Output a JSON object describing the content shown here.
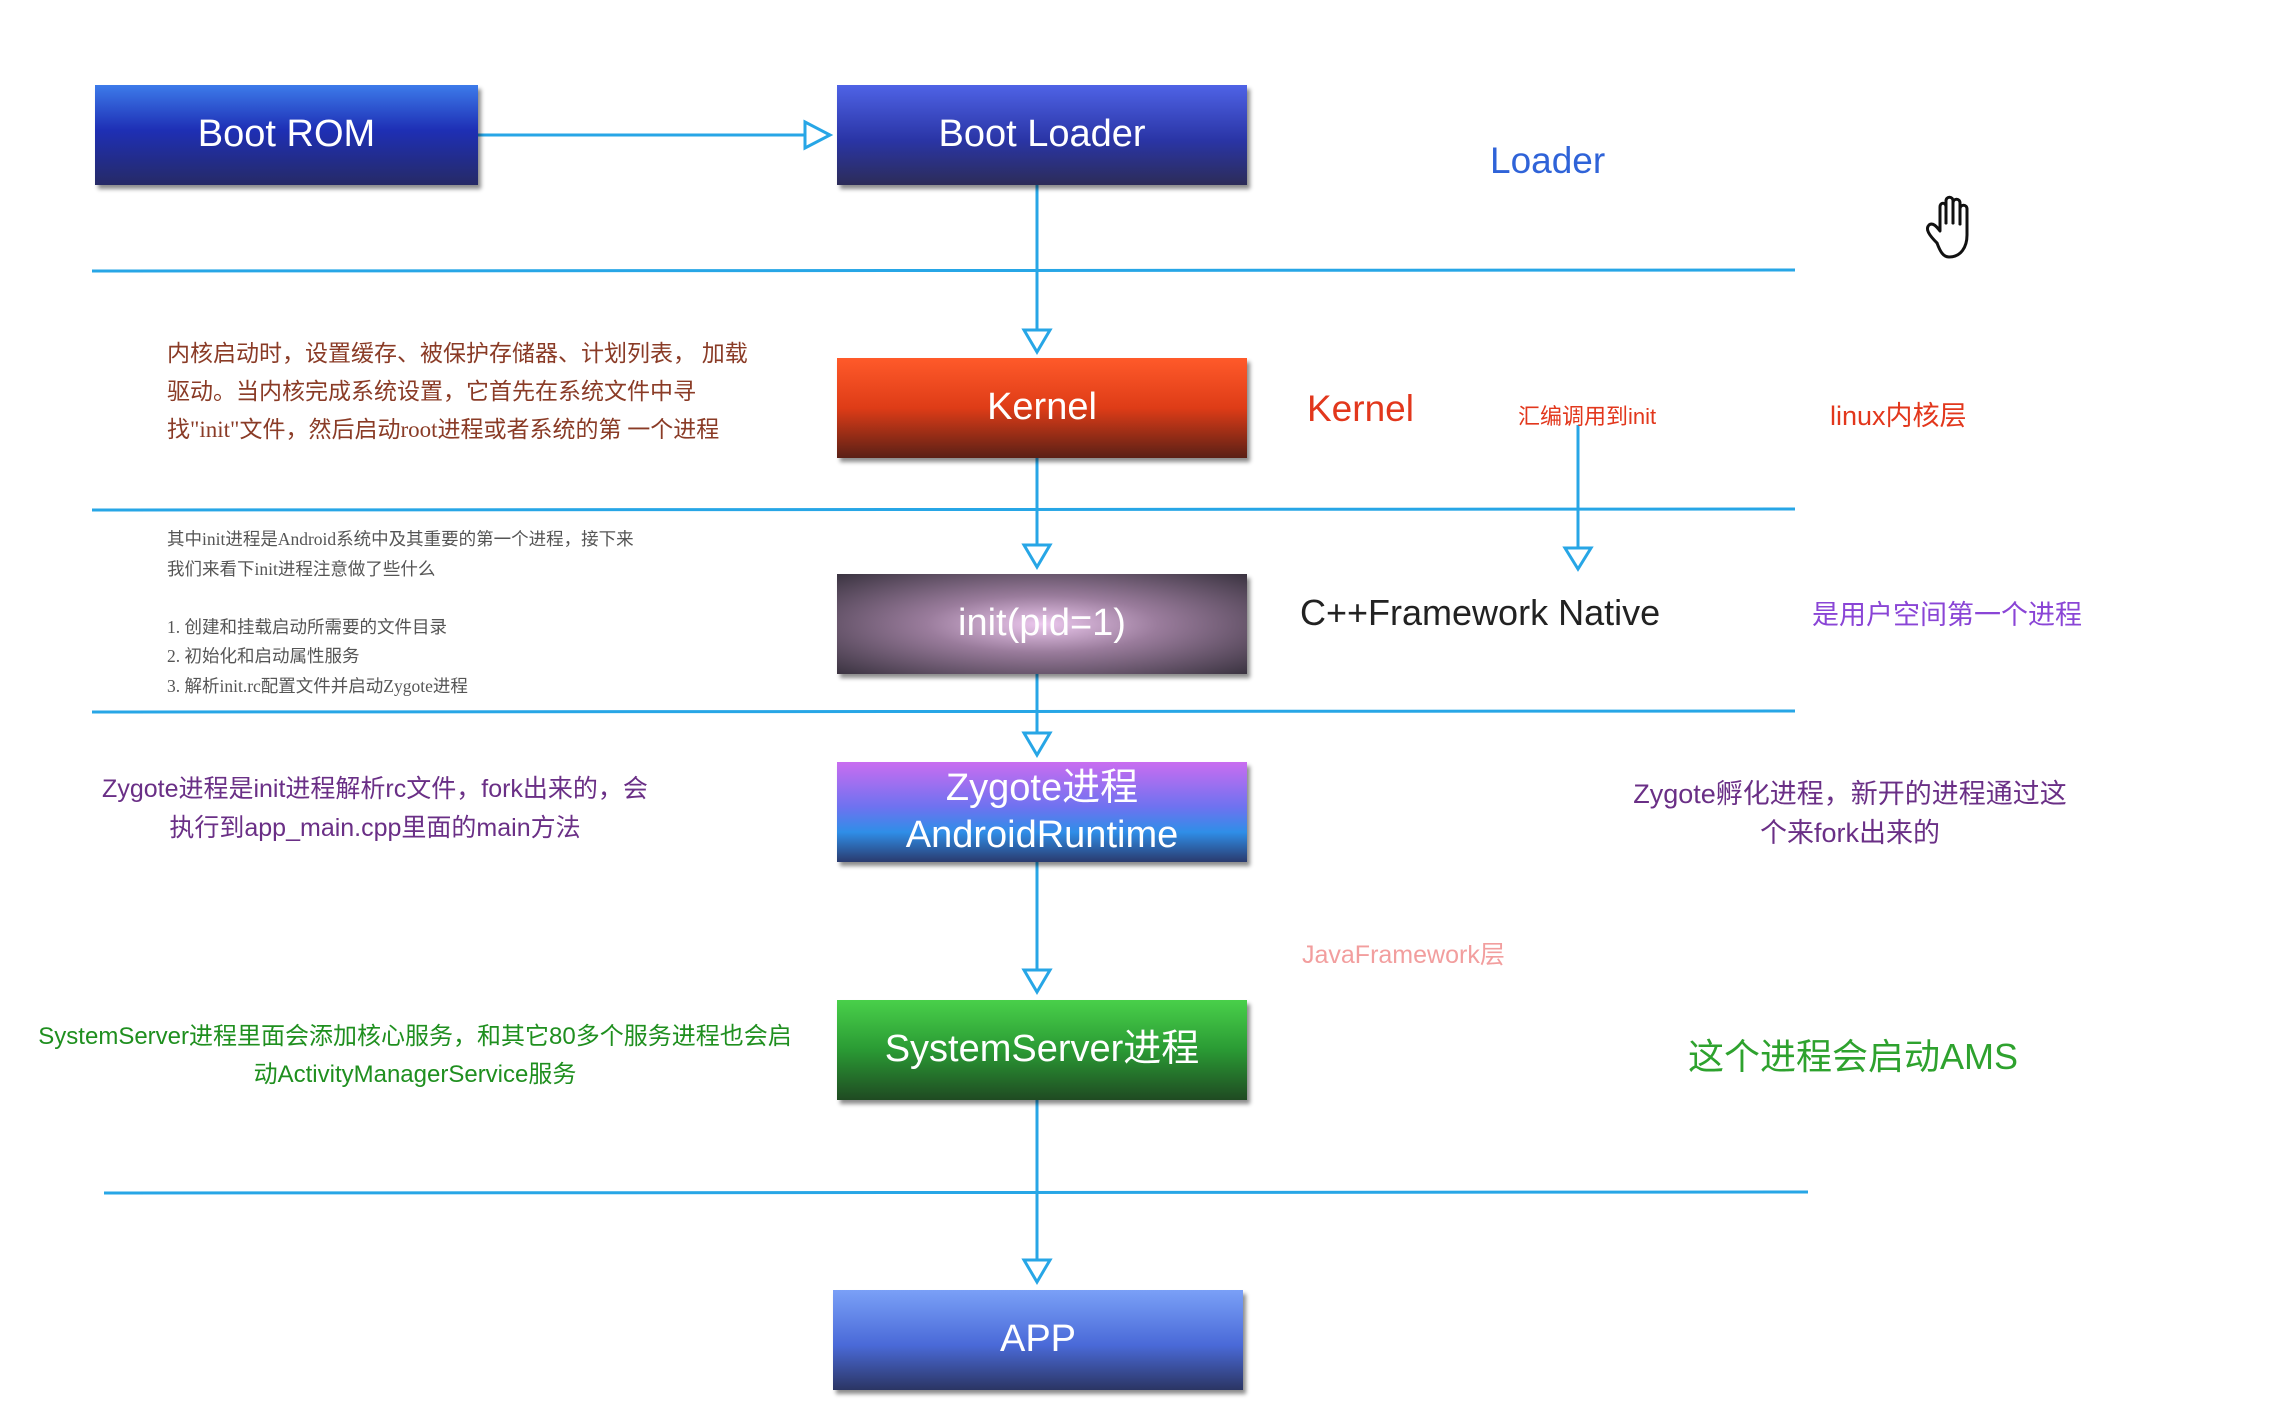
{
  "boxes": {
    "boot_rom": "Boot ROM",
    "boot_loader": "Boot Loader",
    "kernel": "Kernel",
    "init": "init(pid=1)",
    "zygote_line1": "Zygote进程",
    "zygote_line2": "AndroidRuntime",
    "system_server": "SystemServer进程",
    "app": "APP"
  },
  "layer_labels": {
    "loader": "Loader",
    "kernel": "Kernel",
    "asm_to_init": "汇编调用到init",
    "linux_kernel_layer": "linux内核层",
    "cpp_native": "C++Framework Native",
    "first_user_process": "是用户空间第一个进程",
    "zygote_fork_note": "Zygote孵化进程，新开的进程通过这个来fork出来的",
    "java_framework": "JavaFramework层",
    "start_ams": "这个进程会启动AMS"
  },
  "annotations": {
    "kernel_desc": "内核启动时，设置缓存、被保护存储器、计划列表， 加载驱动。当内核完成系统设置，它首先在系统文件中寻找\"init\"文件，然后启动root进程或者系统的第 一个进程",
    "init_desc": "其中init进程是Android系统中及其重要的第一个进程，接下来我们来看下init进程注意做了些什么",
    "init_steps": [
      "1. 创建和挂载启动所需要的文件目录",
      "2. 初始化和启动属性服务",
      "3. 解析init.rc配置文件并启动Zygote进程"
    ],
    "zygote_desc": "Zygote进程是init进程解析rc文件，fork出来的，会执行到app_main.cpp里面的main方法",
    "system_server_desc": "SystemServer进程里面会添加核心服务，和其它80多个服务进程也会启动ActivityManagerService服务"
  },
  "colors": {
    "line": "#27a6e6",
    "arrow": "#27a6e6"
  },
  "icons": {
    "cursor": "hand-cursor-icon"
  }
}
